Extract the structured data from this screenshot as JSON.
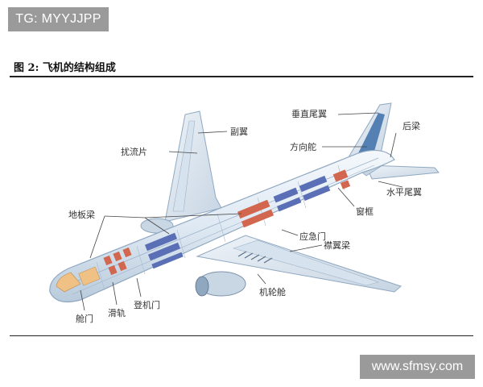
{
  "watermark_top": "TG: MYYJJPP",
  "watermark_bottom": "www.sfmsy.com",
  "figure_title": "图 2: 飞机的结构组成",
  "labels": {
    "aileron": "副翼",
    "spoiler": "扰流片",
    "vertical_fin": "垂直尾翼",
    "rudder": "方向舵",
    "rear_beam": "后梁",
    "horizontal_stabilizer": "水平尾翼",
    "window_frame": "窗框",
    "emergency_door": "应急门",
    "wing_beam": "襟翼梁",
    "floor_beam": "地板梁",
    "landing_gear": "机轮舱",
    "boarding_door": "登机门",
    "slide_rail": "滑轨",
    "cabin_door": "舱门"
  },
  "colors": {
    "fuselage": "#dfe9f3",
    "structure": "#8fa8c0",
    "seats_blue": "#5a6fb5",
    "seats_red": "#d2664f",
    "cockpit": "#f0c184",
    "tail_blue": "#3d6fa9",
    "watermark_bg": "#9a9a9a"
  }
}
